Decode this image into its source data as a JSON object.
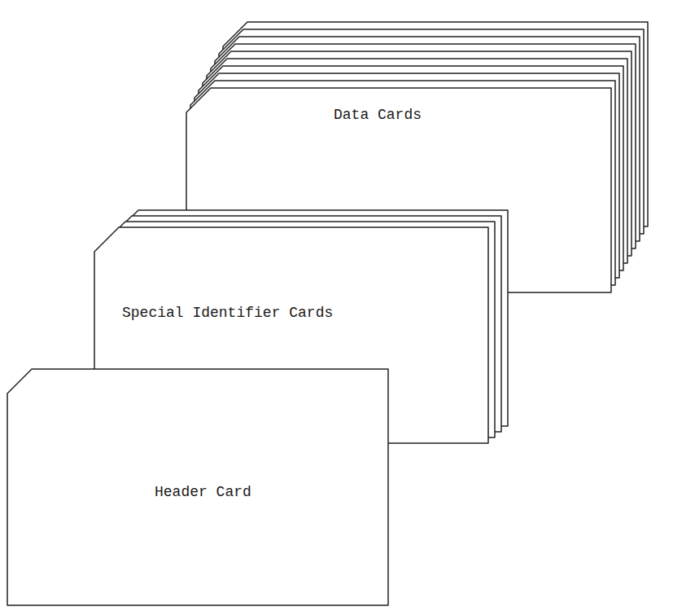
{
  "diagram": {
    "nodes": [
      {
        "text": [
          "Data Cards"
        ]
      },
      {
        "text": [
          "Special Identifier Cards"
        ]
      },
      {
        "text": [
          "Header Card"
        ]
      }
    ]
  }
}
